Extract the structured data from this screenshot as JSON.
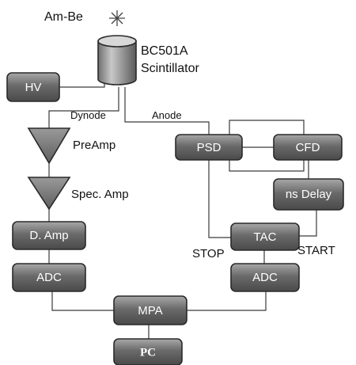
{
  "source": {
    "label": "Am-Be",
    "icon": "asterisk-icon"
  },
  "detector": {
    "line1": "BC501A",
    "line2": "Scintillator"
  },
  "signals": {
    "dynode": "Dynode",
    "anode": "Anode"
  },
  "modules": {
    "hv": "HV",
    "preamp": "PreAmp",
    "spec_amp": "Spec. Amp",
    "d_amp": "D. Amp",
    "adc_left": "ADC",
    "psd": "PSD",
    "cfd": "CFD",
    "ns_delay": "ns Delay",
    "tac": "TAC",
    "adc_right": "ADC",
    "mpa": "MPA",
    "pc": "PC"
  },
  "tac_inputs": {
    "stop": "STOP",
    "start": "START"
  },
  "colors": {
    "box_dark": "#555555",
    "box_light": "#a8a8a8",
    "stroke": "#2a2a2a"
  }
}
